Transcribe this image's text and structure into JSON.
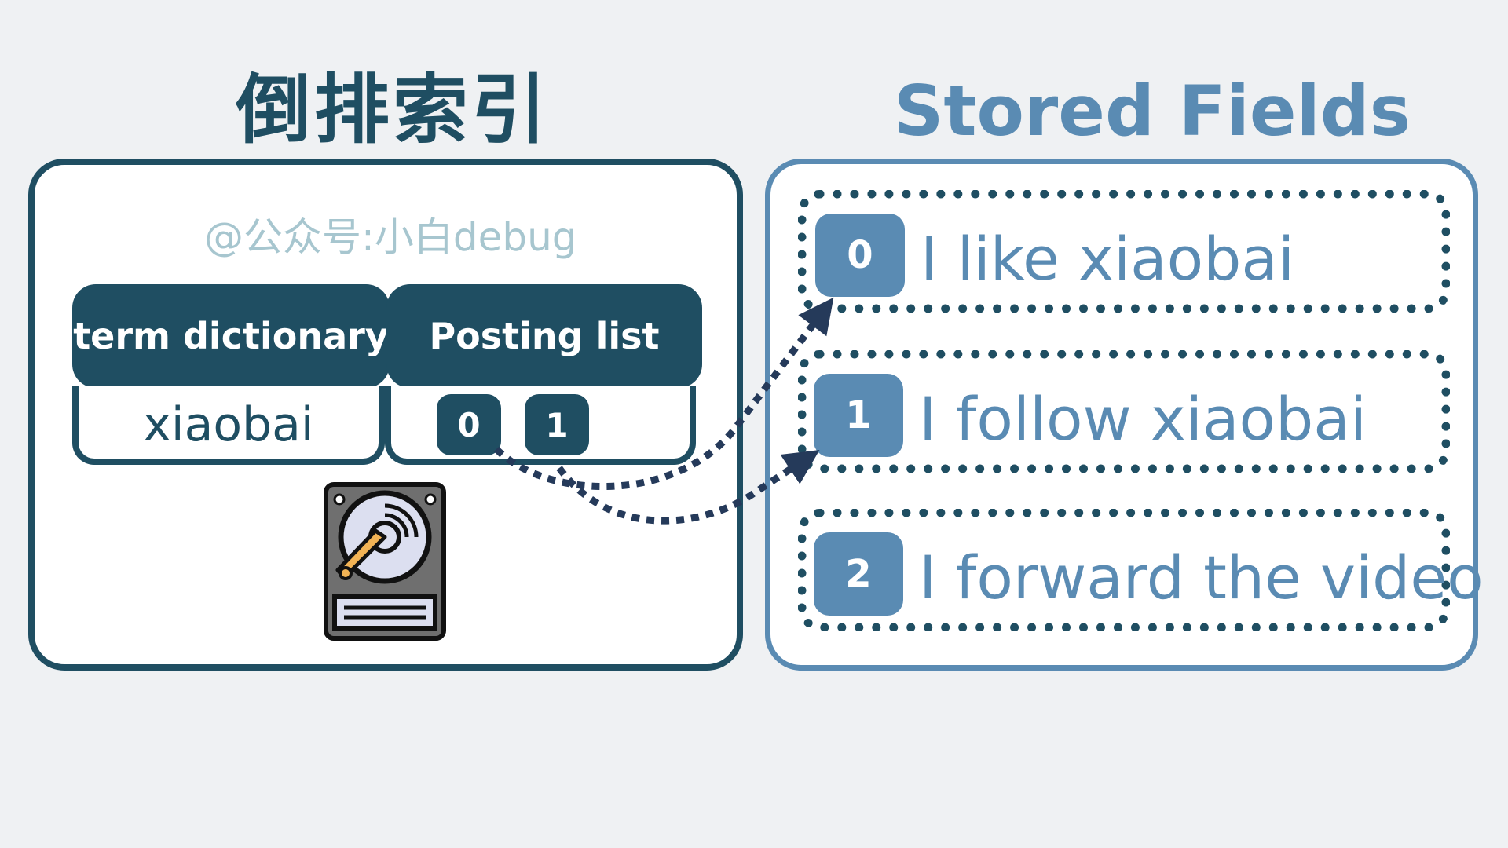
{
  "titles": {
    "inverted_index": "倒排索引",
    "stored_fields": "Stored Fields"
  },
  "watermark": "@公众号:小白debug",
  "table": {
    "term_header": "term dictionary",
    "posting_header": "Posting list",
    "term": "xiaobai",
    "postings": [
      "0",
      "1"
    ]
  },
  "documents": [
    {
      "id": "0",
      "text": "I like xiaobai"
    },
    {
      "id": "1",
      "text": "I follow xiaobai"
    },
    {
      "id": "2",
      "text": "I forward the video"
    }
  ],
  "icons": {
    "disk": "hard-disk-icon"
  },
  "colors": {
    "dark_teal": "#1f4e62",
    "steel_blue": "#5a8bb3",
    "watermark": "#a7c6cf",
    "arrow": "#253a5a",
    "background": "#eff1f3"
  }
}
